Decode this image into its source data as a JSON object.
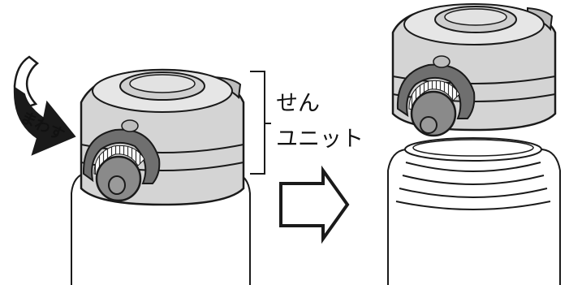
{
  "labels": {
    "rotate": "まわす",
    "unit_line1": "せん",
    "unit_line2": "ユニット"
  },
  "colors": {
    "outline": "#1a1a1a",
    "cap_fill": "#d4d4d4",
    "cap_top": "#e6e6e6",
    "ring_dark": "#6f6f6f",
    "knob_fill": "#8a8a8a",
    "arrow_fill": "#1a1a1a",
    "background": "#ffffff"
  }
}
